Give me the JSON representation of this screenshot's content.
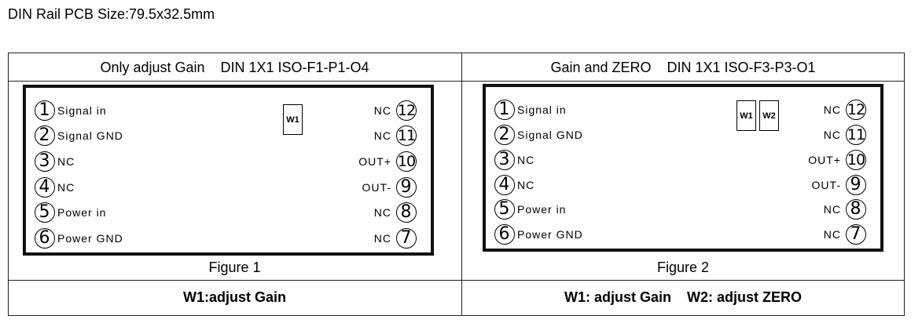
{
  "title": "DIN Rail PCB Size:79.5x32.5mm",
  "panels": [
    {
      "header": "Only adjust Gain    DIN 1X1 ISO-F1-P1-O4",
      "caption": "Figure 1",
      "footer": "W1:adjust Gain",
      "potentiometers": [
        "W1"
      ],
      "left_pins": [
        {
          "num": "1",
          "label": "Signal in"
        },
        {
          "num": "2",
          "label": "Signal GND"
        },
        {
          "num": "3",
          "label": "NC"
        },
        {
          "num": "4",
          "label": "NC"
        },
        {
          "num": "5",
          "label": "Power in"
        },
        {
          "num": "6",
          "label": "Power GND"
        }
      ],
      "right_pins": [
        {
          "num": "12",
          "label": "NC"
        },
        {
          "num": "11",
          "label": "NC"
        },
        {
          "num": "10",
          "label": "OUT+"
        },
        {
          "num": "9",
          "label": "OUT-"
        },
        {
          "num": "8",
          "label": "NC"
        },
        {
          "num": "7",
          "label": "NC"
        }
      ]
    },
    {
      "header": "Gain and ZERO    DIN 1X1 ISO-F3-P3-O1",
      "caption": "Figure 2",
      "footer": "W1: adjust Gain    W2: adjust ZERO",
      "potentiometers": [
        "W1",
        "W2"
      ],
      "left_pins": [
        {
          "num": "1",
          "label": "Signal in"
        },
        {
          "num": "2",
          "label": "Signal GND"
        },
        {
          "num": "3",
          "label": "NC"
        },
        {
          "num": "4",
          "label": "NC"
        },
        {
          "num": "5",
          "label": "Power in"
        },
        {
          "num": "6",
          "label": "Power GND"
        }
      ],
      "right_pins": [
        {
          "num": "12",
          "label": "NC"
        },
        {
          "num": "11",
          "label": "NC"
        },
        {
          "num": "10",
          "label": "OUT+"
        },
        {
          "num": "9",
          "label": "OUT-"
        },
        {
          "num": "8",
          "label": "NC"
        },
        {
          "num": "7",
          "label": "NC"
        }
      ]
    }
  ]
}
